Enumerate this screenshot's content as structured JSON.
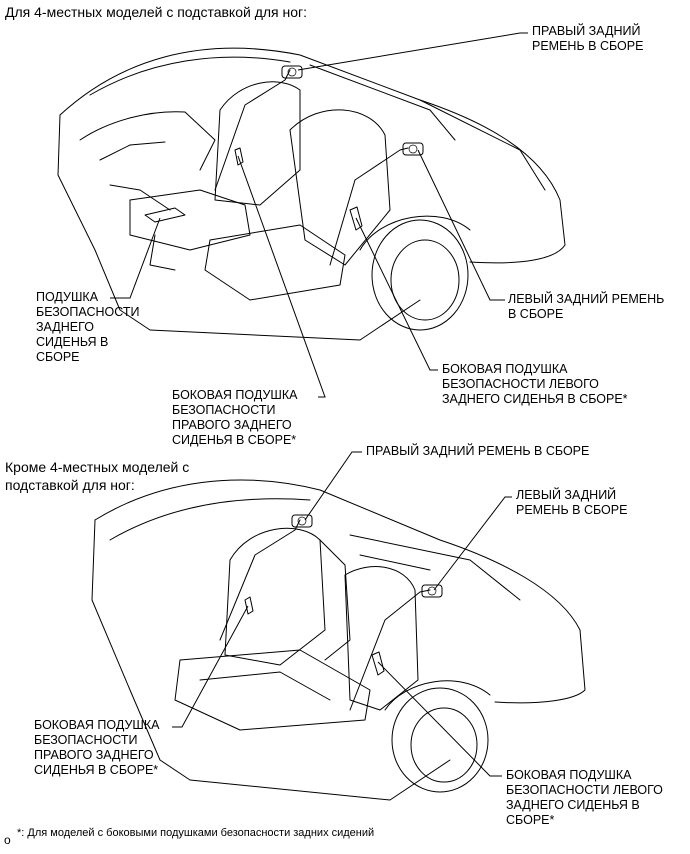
{
  "top_heading": "Для 4-местных моделей с подставкой для ног:",
  "bottom_heading": [
    "Кроме 4-местных моделей с",
    "подставкой для ног:"
  ],
  "top": {
    "right_belt": [
      "ПРАВЫЙ ЗАДНИЙ",
      "РЕМЕНЬ В СБОРЕ"
    ],
    "left_belt": [
      "ЛЕВЫЙ ЗАДНИЙ РЕМЕНЬ",
      "В СБОРЕ"
    ],
    "seat_cushion": [
      "ПОДУШКА",
      "БЕЗОПАСНОСТИ",
      "ЗАДНЕГО",
      "СИДЕНЬЯ В",
      "СБОРЕ"
    ],
    "right_side_airbag": [
      "БОКОВАЯ ПОДУШКА",
      "БЕЗОПАСНОСТИ",
      "ПРАВОГО ЗАДНЕГО",
      "СИДЕНЬЯ В СБОРЕ*"
    ],
    "left_side_airbag": [
      "БОКОВАЯ ПОДУШКА",
      "БЕЗОПАСНОСТИ ЛЕВОГО",
      "ЗАДНЕГО СИДЕНЬЯ В СБОРЕ*"
    ]
  },
  "bottom": {
    "right_belt": "ПРАВЫЙ ЗАДНИЙ РЕМЕНЬ В СБОРЕ",
    "left_belt": [
      "ЛЕВЫЙ ЗАДНИЙ",
      "РЕМЕНЬ В СБОРЕ"
    ],
    "right_side_airbag": [
      "БОКОВАЯ ПОДУШКА",
      "БЕЗОПАСНОСТИ",
      "ПРАВОГО ЗАДНЕГО",
      "СИДЕНЬЯ В СБОРЕ*"
    ],
    "left_side_airbag": [
      "БОКОВАЯ ПОДУШКА",
      "БЕЗОПАСНОСТИ ЛЕВОГО",
      "ЗАДНЕГО СИДЕНЬЯ В",
      "СБОРЕ*"
    ]
  },
  "footnote_marker": "o",
  "footnote": "*: Для моделей с боковыми подушками безопасности задних сидений"
}
